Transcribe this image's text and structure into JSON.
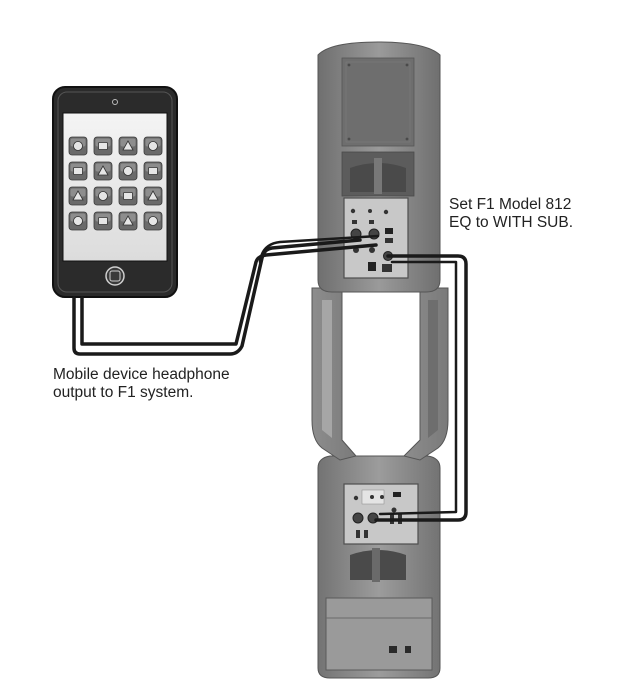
{
  "callouts": {
    "mobile": {
      "line1": "Mobile device headphone",
      "line2": "output to F1 system."
    },
    "eq": {
      "line1": "Set F1 Model 812",
      "line2": "EQ to WITH SUB."
    }
  },
  "phone": {
    "app_icons": [
      "settings-icon",
      "phone-icon",
      "messages-icon",
      "email-icon",
      "navigation-icon",
      "camera-icon",
      "chat-icon",
      "browser-icon",
      "paint-icon",
      "eye-icon",
      "cloud-upload-icon",
      "folder-icon",
      "calendar-icon",
      "music-icon",
      "brightness-icon",
      "microphone-icon"
    ]
  },
  "colors": {
    "speaker_body": "#8a8a8a",
    "speaker_dark": "#5e5e5e",
    "cable": "#1a1a1a",
    "phone_body": "#2b2b2b"
  }
}
